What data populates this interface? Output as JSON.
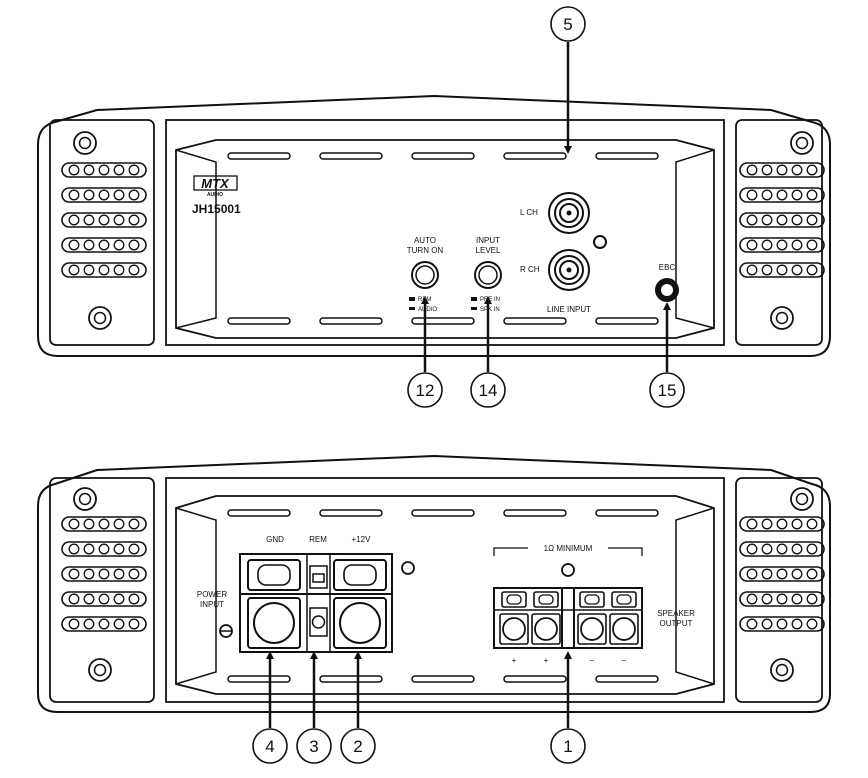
{
  "top_panel": {
    "brand": "MTX",
    "brand_sub": "AUDIO",
    "model": "JH15001",
    "auto_turn_on_line1": "AUTO",
    "auto_turn_on_line2": "TURN ON",
    "auto_opt1": "REM",
    "auto_opt2": "AUDIO",
    "input_level_line1": "INPUT",
    "input_level_line2": "LEVEL",
    "input_opt1": "PRE IN",
    "input_opt2": "SPK IN",
    "lch": "L CH",
    "rch": "R CH",
    "line_input": "LINE INPUT",
    "ebc": "EBC"
  },
  "bottom_panel": {
    "gnd": "GND",
    "rem": "REM",
    "plus12v": "+12V",
    "power_input_line1": "POWER",
    "power_input_line2": "INPUT",
    "minimum": "1Ω MINIMUM",
    "speaker_output_line1": "SPEAKER",
    "speaker_output_line2": "OUTPUT",
    "pol_plus": "+",
    "pol_minus": "–"
  },
  "callouts": {
    "c5": "5",
    "c12": "12",
    "c14": "14",
    "c15": "15",
    "c4": "4",
    "c3": "3",
    "c2": "2",
    "c1": "1"
  }
}
